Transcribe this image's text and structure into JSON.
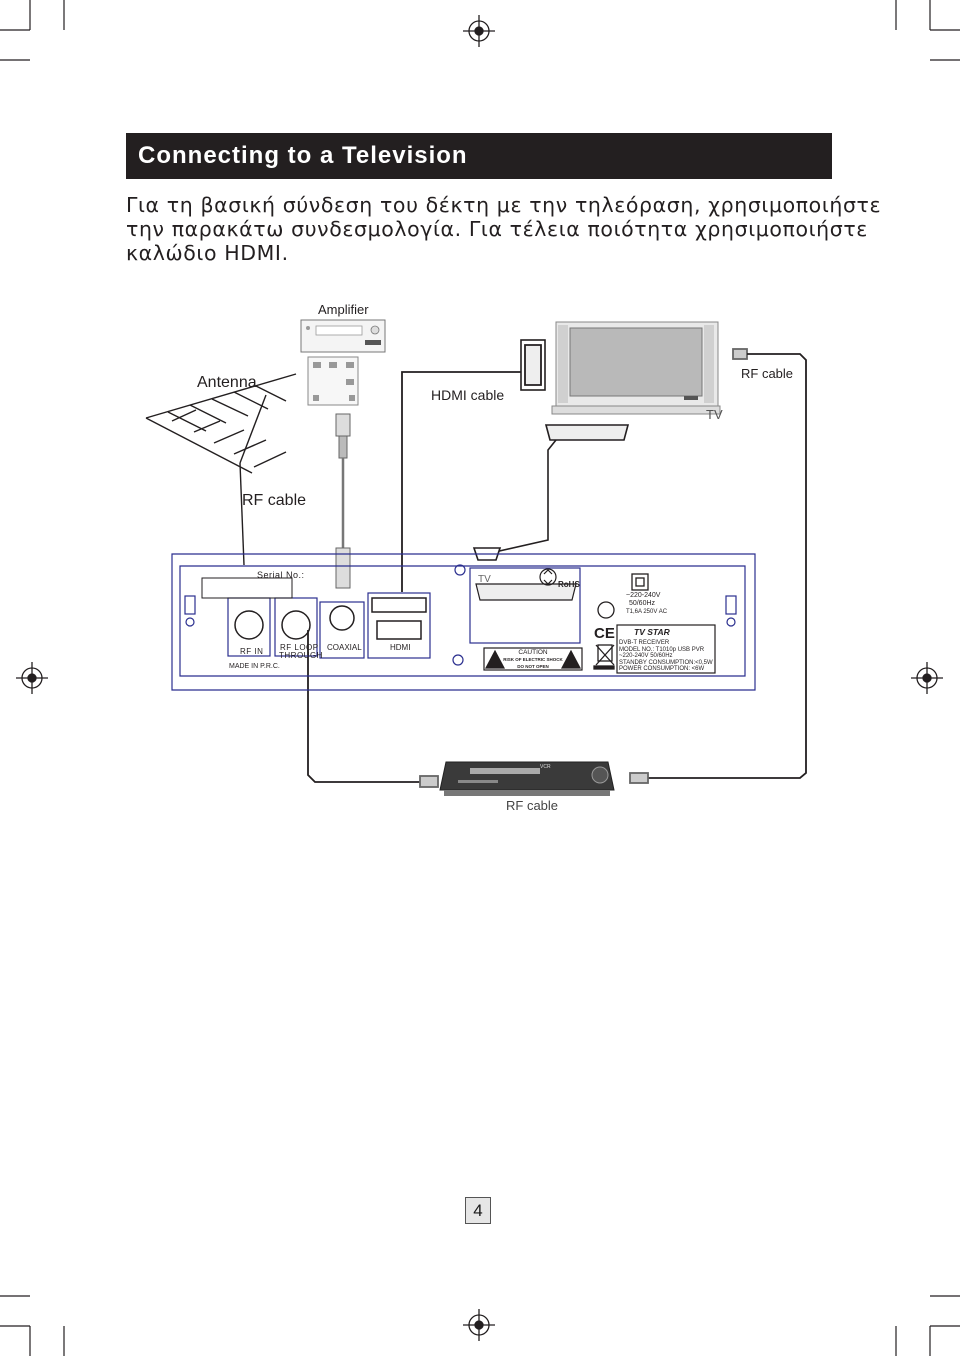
{
  "heading": "Connecting to a Television",
  "paragraph": [
    "Για τη βασική σύνδεση του δέκτη με την τηλεόραση, χρησιμοποιήστε",
    "την παρακάτω συνδεσμολογία.  Για τέλεια ποιότητα χρησιμοποιήστε",
    "καλώδιο HDMI."
  ],
  "diagram": {
    "amplifier_label": "Amplifier",
    "antenna_label": "Antenna",
    "hdmi_cable_label": "HDMI cable",
    "rf_cable_right_label": "RF cable",
    "tv_label": "TV",
    "rf_cable_left_label": "RF cable",
    "rf_cable_bottom_label": "RF cable",
    "receiver": {
      "serial_label": "Serial  No.:",
      "rf_in_label": "RF  IN",
      "rf_loop_label_1": "RF  LOOP",
      "rf_loop_label_2": "THROUGH",
      "coaxial_label": "COAXIAL",
      "hdmi_label": "HDMI",
      "tv_scart_label": "TV",
      "made_in_label": "MADE IN P.R.C.",
      "rohs_label": "RoHS",
      "power_lines": [
        "~220-240V",
        "50/60Hz",
        "T1,6A 250V AC"
      ],
      "caution_title": "CAUTION",
      "caution_lines": [
        "RISK OF ELECTRIC SHOCK",
        "DO NOT OPEN"
      ],
      "brand_label": "TV STAR",
      "spec_lines": [
        "DVB-T RECEIVER",
        "MODEL NO.: T1010p USB PVR",
        "~220-240V  50/60Hz",
        "STANDBY CONSUMPTION:<0,5W",
        "POWER CONSUMPTION: <6W"
      ]
    },
    "vcr_label": "VCR"
  },
  "page_number": "4"
}
